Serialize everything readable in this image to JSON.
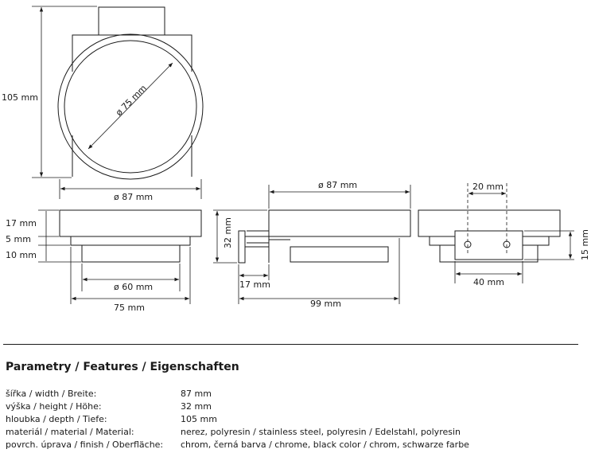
{
  "drawing": {
    "top_view": {
      "diameter_inner": "ø 75 mm",
      "height_total": "105 mm",
      "width_outer": "ø 87 mm"
    },
    "front_view": {
      "height_top": "17 mm",
      "height_mid": "5 mm",
      "height_bottom": "10 mm",
      "diameter_bottom": "ø 60 mm",
      "width_base": "75 mm"
    },
    "side_view": {
      "diameter_top": "ø 87 mm",
      "height_total": "32 mm",
      "depth_holder": "17 mm",
      "depth_total": "99 mm"
    },
    "back_view": {
      "hole_spacing": "20 mm",
      "bracket_height": "15 mm",
      "bracket_width": "40 mm"
    }
  },
  "params": {
    "heading": "Parametry / Features / Eigenschaften",
    "rows": [
      {
        "label": "šířka / width / Breite:",
        "value": "87 mm"
      },
      {
        "label": "výška / height / Höhe:",
        "value": "32 mm"
      },
      {
        "label": "hloubka / depth / Tiefe:",
        "value": "105 mm"
      },
      {
        "label": "materiál / material / Material:",
        "value": "nerez, polyresin / stainless steel, polyresin / Edelstahl, polyresin"
      },
      {
        "label": "povrch. úprava / finish / Oberfläche:",
        "value": "chrom, černá barva / chrome, black color / chrom, schwarze farbe"
      }
    ]
  }
}
